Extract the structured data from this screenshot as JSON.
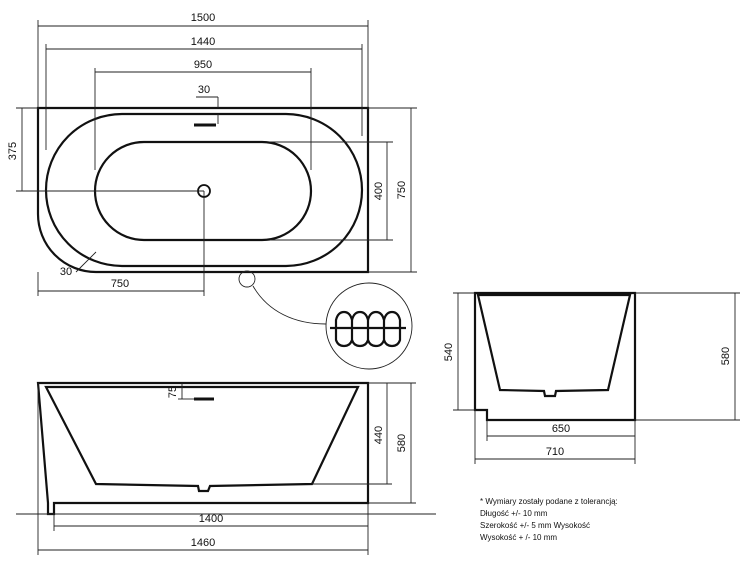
{
  "dimensions": {
    "top_view": {
      "overall_width": "1500",
      "inner_width": "1440",
      "basin_width": "950",
      "overflow_offset": "30",
      "half_depth": "375",
      "basin_depth": "400",
      "overall_depth": "750",
      "corner_radius": "30",
      "drain_offset": "750"
    },
    "front_view": {
      "overflow_height": "75",
      "inner_height": "440",
      "overall_height": "580",
      "base_length": "1400",
      "overall_length": "1460"
    },
    "side_view": {
      "inner_height": "540",
      "overall_height": "580",
      "base_width": "650",
      "overall_width": "710"
    }
  },
  "notes": [
    "* Wymiary zostały podane z tolerancją:",
    "Długość +/- 10 mm",
    "Szerokość +/- 5 mm Wysokość",
    "Wysokość + /- 10 mm"
  ]
}
